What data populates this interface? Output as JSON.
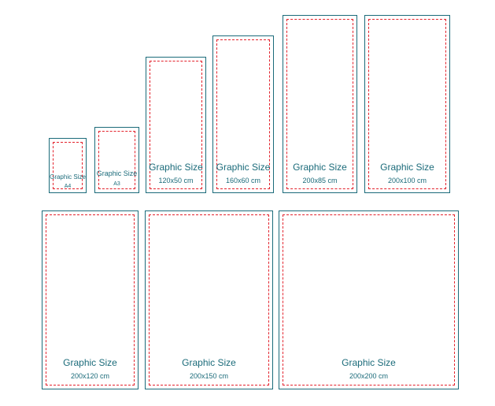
{
  "boxes": [
    {
      "title": "Graphic Size",
      "size": "A4"
    },
    {
      "title": "Graphic Size",
      "size": "A3"
    },
    {
      "title": "Graphic Size",
      "size": "120x50 cm"
    },
    {
      "title": "Graphic Size",
      "size": "160x60 cm"
    },
    {
      "title": "Graphic Size",
      "size": "200x85 cm"
    },
    {
      "title": "Graphic Size",
      "size": "200x100 cm"
    },
    {
      "title": "Graphic Size",
      "size": "200x120 cm"
    },
    {
      "title": "Graphic Size",
      "size": "200x150 cm"
    },
    {
      "title": "Graphic Size",
      "size": "200x200 cm"
    }
  ],
  "colors": {
    "frame": "#1b6b7a",
    "bleed": "#e3222c"
  }
}
